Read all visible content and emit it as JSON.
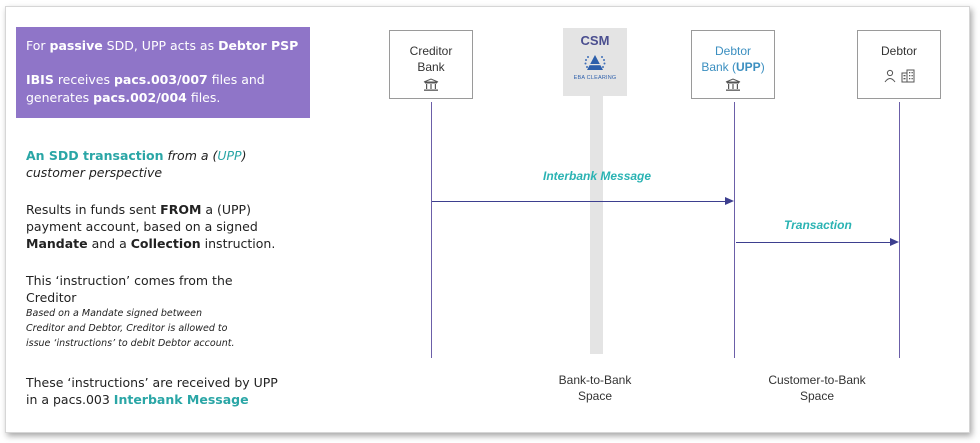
{
  "info_box": {
    "line1_pre": "For ",
    "line1_bold1": "passive",
    "line1_mid": " SDD, UPP acts as ",
    "line1_bold2": "Debtor PSP",
    "line2_bold1": "IBIS",
    "line2_mid": " receives ",
    "line2_bold2": "pacs.003/007",
    "line2_post": " files and",
    "line3_pre": "generates  ",
    "line3_bold": "pacs.002/004",
    "line3_post": " files."
  },
  "left_panel": {
    "heading_teal": "An SDD transaction",
    "heading_italic1": " from a (",
    "heading_upp": "UPP",
    "heading_italic2": ")",
    "heading_line2": "customer perspective",
    "p1_a": "Results in funds sent ",
    "p1_from": "FROM",
    "p1_b": " a (UPP)",
    "p1_line2": "payment account, based on a signed",
    "p1_mandate": "Mandate",
    "p1_c": " and a ",
    "p1_collection": "Collection",
    "p1_d": " instruction.",
    "p2_line1": "This ‘instruction’ comes from the",
    "p2_line2": "Creditor",
    "p2_it1": "Based on a Mandate signed between",
    "p2_it2": "Creditor and Debtor, Creditor is allowed to",
    "p2_it3": "issue ‘instructions’ to debit Debtor account.",
    "p3_line1": "These ‘instructions’ are received by UPP",
    "p3_pre": "in a pacs.003 ",
    "p3_teal": "Interbank Message"
  },
  "actors": {
    "creditor_line1": "Creditor",
    "creditor_line2": "Bank",
    "csm_title": "CSM",
    "csm_logo_text": "EBA CLEARING",
    "debtor_bank_line1": "Debtor",
    "debtor_bank_pre": "Bank (",
    "debtor_bank_upp": "UPP",
    "debtor_bank_post": ")",
    "debtor": "Debtor"
  },
  "messages": {
    "interbank": "Interbank Message",
    "transaction": "Transaction"
  },
  "spaces": {
    "b2b_line1": "Bank-to-Bank",
    "b2b_line2": "Space",
    "c2b_line1": "Customer-to-Bank",
    "c2b_line2": "Space"
  },
  "icons": [
    "bank-icon",
    "bank-icon",
    "person-icon",
    "building-icon",
    "eba-clearing-logo"
  ],
  "colors": {
    "purple": "#8f75c8",
    "teal": "#2aa6a6",
    "arrow": "#3d3f8f",
    "lifeline": "#6b5fa8"
  }
}
